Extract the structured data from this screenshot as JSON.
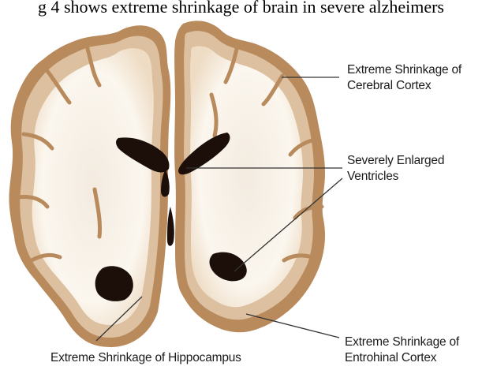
{
  "caption": "g 4 shows extreme shrinkage of brain in severe alzheimers",
  "labels": {
    "cerebral_cortex": {
      "line1": "Extreme Shrinkage of",
      "line2": "Cerebral Cortex"
    },
    "ventricles": {
      "line1": "Severely Enlarged",
      "line2": "Ventricles"
    },
    "entorhinal_cortex": {
      "line1": "Extreme Shrinkage of",
      "line2": "Entrohinal Cortex"
    },
    "hippocampus": {
      "line1": "Extreme Shrinkage of Hippocampus"
    }
  },
  "colors": {
    "tissue_outer": "#b88a5c",
    "tissue_mid": "#dcc0a0",
    "tissue_inner": "#f7efe3",
    "ventricle": "#1c0f0a",
    "leader": "#333333"
  }
}
